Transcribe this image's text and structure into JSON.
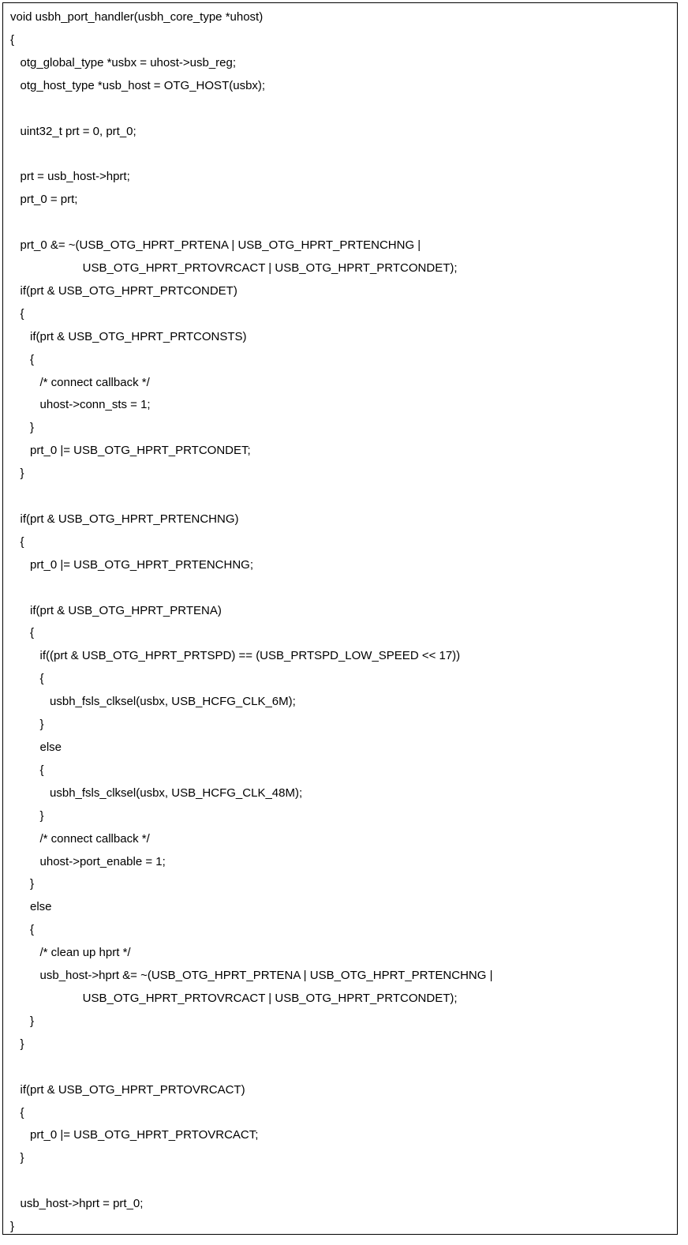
{
  "code": {
    "lines": [
      "void usbh_port_handler(usbh_core_type *uhost)",
      "{",
      "   otg_global_type *usbx = uhost->usb_reg;",
      "   otg_host_type *usb_host = OTG_HOST(usbx);",
      "",
      "   uint32_t prt = 0, prt_0;",
      "",
      "   prt = usb_host->hprt;",
      "   prt_0 = prt;",
      "",
      "   prt_0 &= ~(USB_OTG_HPRT_PRTENA | USB_OTG_HPRT_PRTENCHNG |",
      "                      USB_OTG_HPRT_PRTOVRCACT | USB_OTG_HPRT_PRTCONDET);",
      "   if(prt & USB_OTG_HPRT_PRTCONDET)",
      "   {",
      "      if(prt & USB_OTG_HPRT_PRTCONSTS)",
      "      {",
      "         /* connect callback */",
      "         uhost->conn_sts = 1;",
      "      }",
      "      prt_0 |= USB_OTG_HPRT_PRTCONDET;",
      "   }",
      "",
      "   if(prt & USB_OTG_HPRT_PRTENCHNG)",
      "   {",
      "      prt_0 |= USB_OTG_HPRT_PRTENCHNG;",
      "",
      "      if(prt & USB_OTG_HPRT_PRTENA)",
      "      {",
      "         if((prt & USB_OTG_HPRT_PRTSPD) == (USB_PRTSPD_LOW_SPEED << 17))",
      "         {",
      "            usbh_fsls_clksel(usbx, USB_HCFG_CLK_6M);",
      "         }",
      "         else",
      "         {",
      "            usbh_fsls_clksel(usbx, USB_HCFG_CLK_48M);",
      "         }",
      "         /* connect callback */",
      "         uhost->port_enable = 1;",
      "      }",
      "      else",
      "      {",
      "         /* clean up hprt */",
      "         usb_host->hprt &= ~(USB_OTG_HPRT_PRTENA | USB_OTG_HPRT_PRTENCHNG |",
      "                      USB_OTG_HPRT_PRTOVRCACT | USB_OTG_HPRT_PRTCONDET);",
      "      }",
      "   }",
      "",
      "   if(prt & USB_OTG_HPRT_PRTOVRCACT)",
      "   {",
      "      prt_0 |= USB_OTG_HPRT_PRTOVRCACT;",
      "   }",
      "",
      "   usb_host->hprt = prt_0;",
      "}"
    ]
  }
}
